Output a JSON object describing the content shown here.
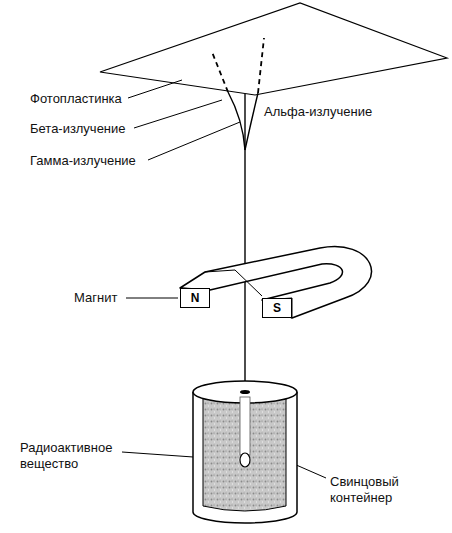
{
  "diagram": {
    "nodes": [
      {
        "text": [
          "N"
        ]
      },
      {
        "text": [
          "S"
        ]
      }
    ],
    "labels": [
      "Фотопластинка",
      "Бета-излучение",
      "Гамма-излучение",
      "Альфа-излучение",
      "Магнит",
      "Радиоактивное вещество",
      "Свинцовый контейнер"
    ]
  }
}
